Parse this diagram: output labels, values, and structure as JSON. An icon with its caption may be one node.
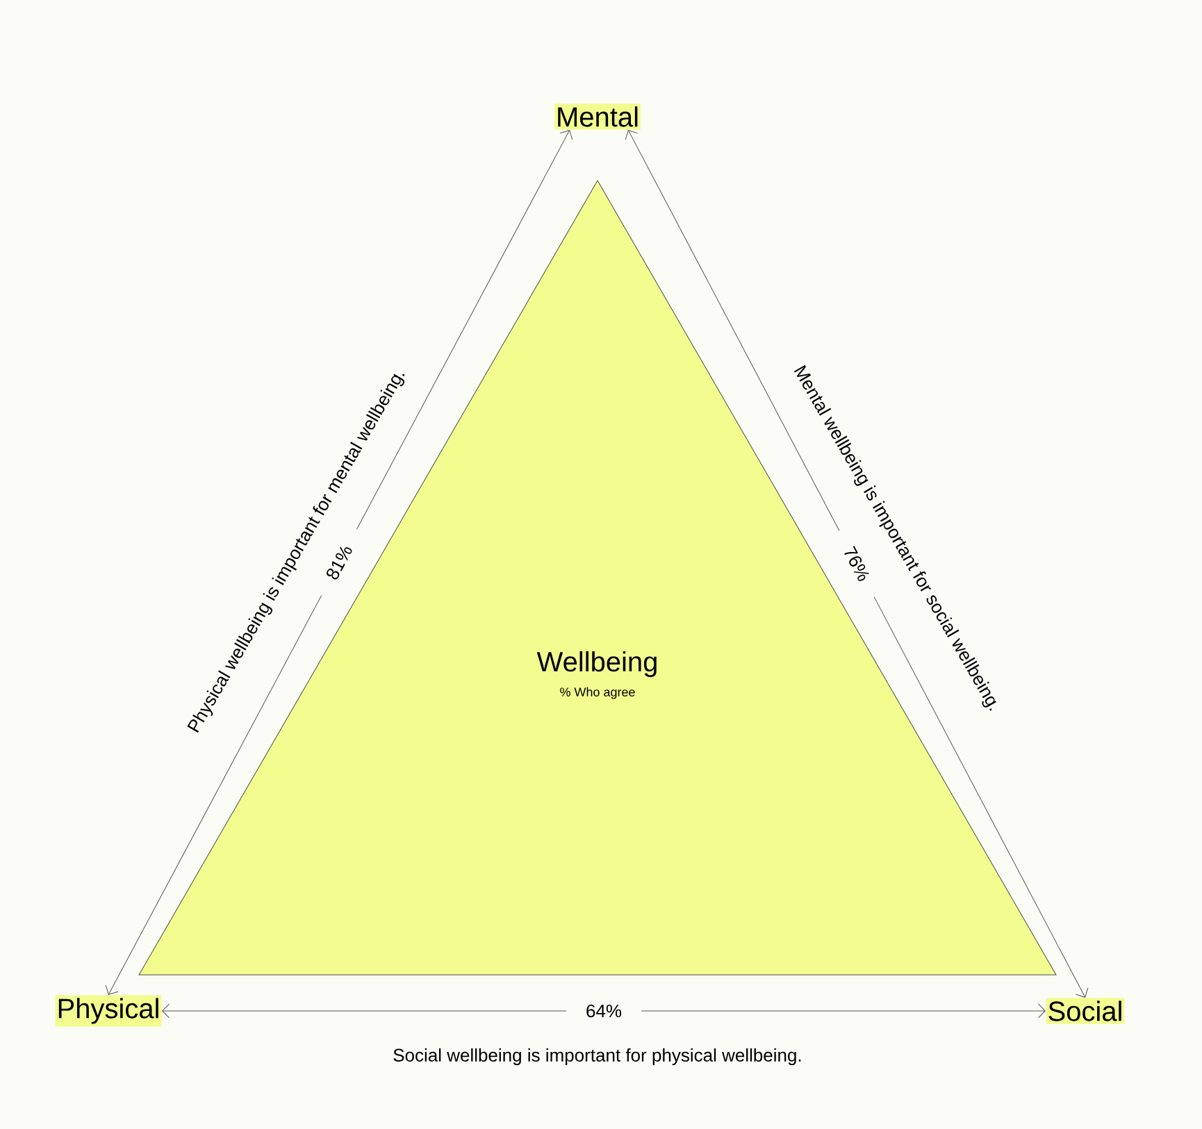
{
  "diagram": {
    "nodes": [
      {
        "text": [
          "Mental"
        ]
      },
      {
        "text": [
          "Wellbeing",
          "% Who agree"
        ]
      },
      {
        "text": [
          "Physical"
        ]
      },
      {
        "text": [
          "Social"
        ]
      }
    ],
    "edges": [
      {
        "from": 2,
        "to": 0,
        "arrow": "both",
        "label": "81%"
      },
      {
        "from": 0,
        "to": 3,
        "arrow": "both",
        "label": "76%"
      },
      {
        "from": 2,
        "to": 3,
        "arrow": "both",
        "label": "64%"
      }
    ],
    "labels": [
      "Physical wellbeing is important for mental wellbeing.",
      "Mental wellbeing is important for social wellbeing.",
      "Social wellbeing is important for physical wellbeing."
    ]
  }
}
